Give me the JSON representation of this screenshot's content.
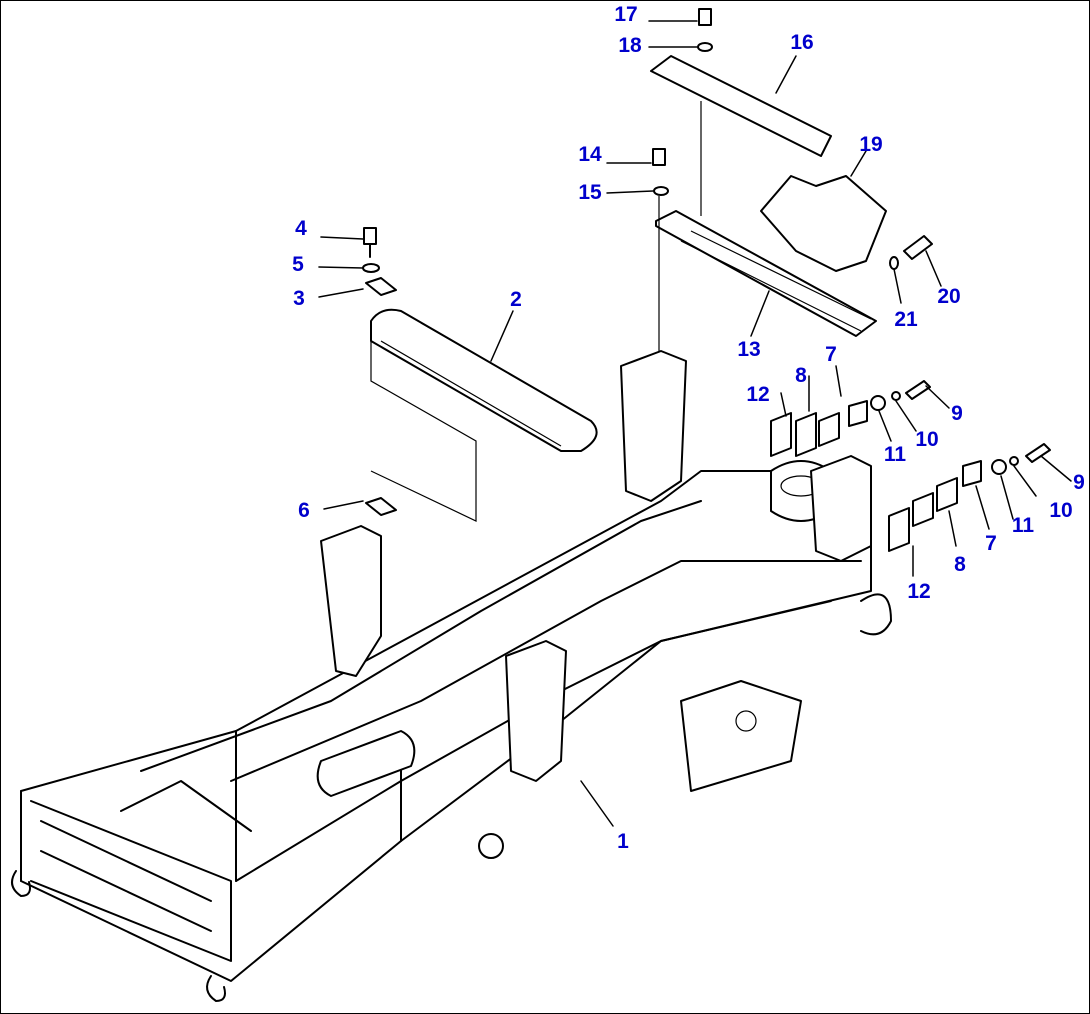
{
  "diagram": {
    "label_color": "#0000cc",
    "line_color": "#000000",
    "callouts": [
      {
        "id": "1",
        "text": "1"
      },
      {
        "id": "2",
        "text": "2"
      },
      {
        "id": "3",
        "text": "3"
      },
      {
        "id": "4",
        "text": "4"
      },
      {
        "id": "5",
        "text": "5"
      },
      {
        "id": "6",
        "text": "6"
      },
      {
        "id": "7a",
        "text": "7"
      },
      {
        "id": "7b",
        "text": "7"
      },
      {
        "id": "8a",
        "text": "8"
      },
      {
        "id": "8b",
        "text": "8"
      },
      {
        "id": "9a",
        "text": "9"
      },
      {
        "id": "9b",
        "text": "9"
      },
      {
        "id": "10a",
        "text": "10"
      },
      {
        "id": "10b",
        "text": "10"
      },
      {
        "id": "11a",
        "text": "11"
      },
      {
        "id": "11b",
        "text": "11"
      },
      {
        "id": "12a",
        "text": "12"
      },
      {
        "id": "12b",
        "text": "12"
      },
      {
        "id": "13",
        "text": "13"
      },
      {
        "id": "14",
        "text": "14"
      },
      {
        "id": "15",
        "text": "15"
      },
      {
        "id": "16",
        "text": "16"
      },
      {
        "id": "17",
        "text": "17"
      },
      {
        "id": "18",
        "text": "18"
      },
      {
        "id": "19",
        "text": "19"
      },
      {
        "id": "20",
        "text": "20"
      },
      {
        "id": "21",
        "text": "21"
      }
    ]
  }
}
